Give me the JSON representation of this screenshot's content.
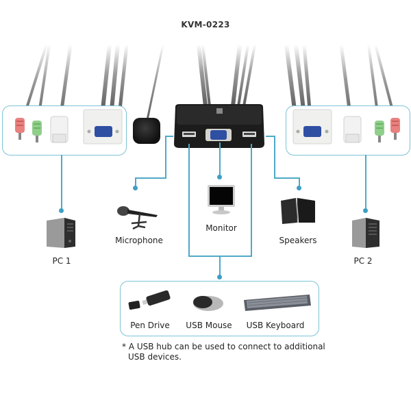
{
  "title": "KVM-0223",
  "devices": {
    "pc1": "PC 1",
    "pc2": "PC 2",
    "microphone": "Microphone",
    "monitor": "Monitor",
    "speakers": "Speakers"
  },
  "usb_group": {
    "items": [
      "Pen Drive",
      "USB Mouse",
      "USB Keyboard"
    ]
  },
  "footnote": {
    "line1": "* A USB hub can be used to connect to additional",
    "line2": "USB devices."
  },
  "colors": {
    "accent_line": "#4ea9c7",
    "box_border": "#7cc3d6",
    "audio_pink": "#e8817f",
    "audio_green": "#8fcf8a",
    "vga_blue": "#2f4fa3"
  }
}
